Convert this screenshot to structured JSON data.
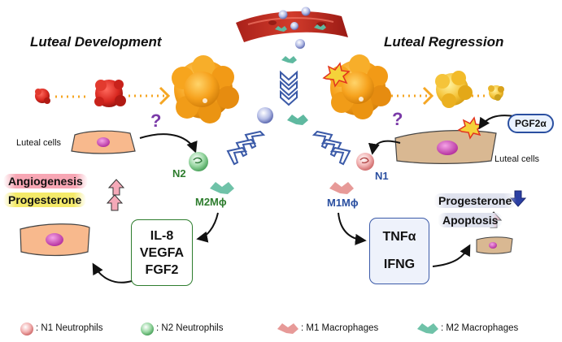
{
  "titles": {
    "left": "Luteal Development",
    "right": "Luteal Regression"
  },
  "labels": {
    "luteal_cells_left": "Luteal cells",
    "luteal_cells_right": "Luteal cells",
    "question_mark": "?",
    "n2": "N2",
    "n1": "N1",
    "m2": "M2Mϕ",
    "m1": "M1Mϕ",
    "pgf": "PGF2α"
  },
  "left_outcomes": {
    "angiogenesis": "Angiogenesis",
    "progesterone": "Progesterone"
  },
  "right_outcomes": {
    "progesterone": "Progesterone",
    "apoptosis": "Apoptosis"
  },
  "left_box": [
    "IL-8",
    "VEGFA",
    "FGF2"
  ],
  "right_box": [
    "TNFα",
    "IFNG"
  ],
  "legend": {
    "n1": ": N1 Neutrophils",
    "n2": ": N2 Neutrophils",
    "m1": ": M1 Macrophages",
    "m2": ": M2 Macrophages"
  },
  "colors": {
    "n2": "#2e7d2e",
    "n1": "#2a4fa0",
    "up_arrow": "#f5a9b8",
    "down_arrow": "#2b3fa3",
    "question": "#7a3aa8",
    "corpus_luteum": "#f5a623",
    "follicle_red": "#d7261e",
    "macrophage_green": "#5fb9a0",
    "macrophage_pink": "#e79a98",
    "neutrophil_green": "#6fc27c",
    "neutrophil_pink": "#e58a8a"
  }
}
